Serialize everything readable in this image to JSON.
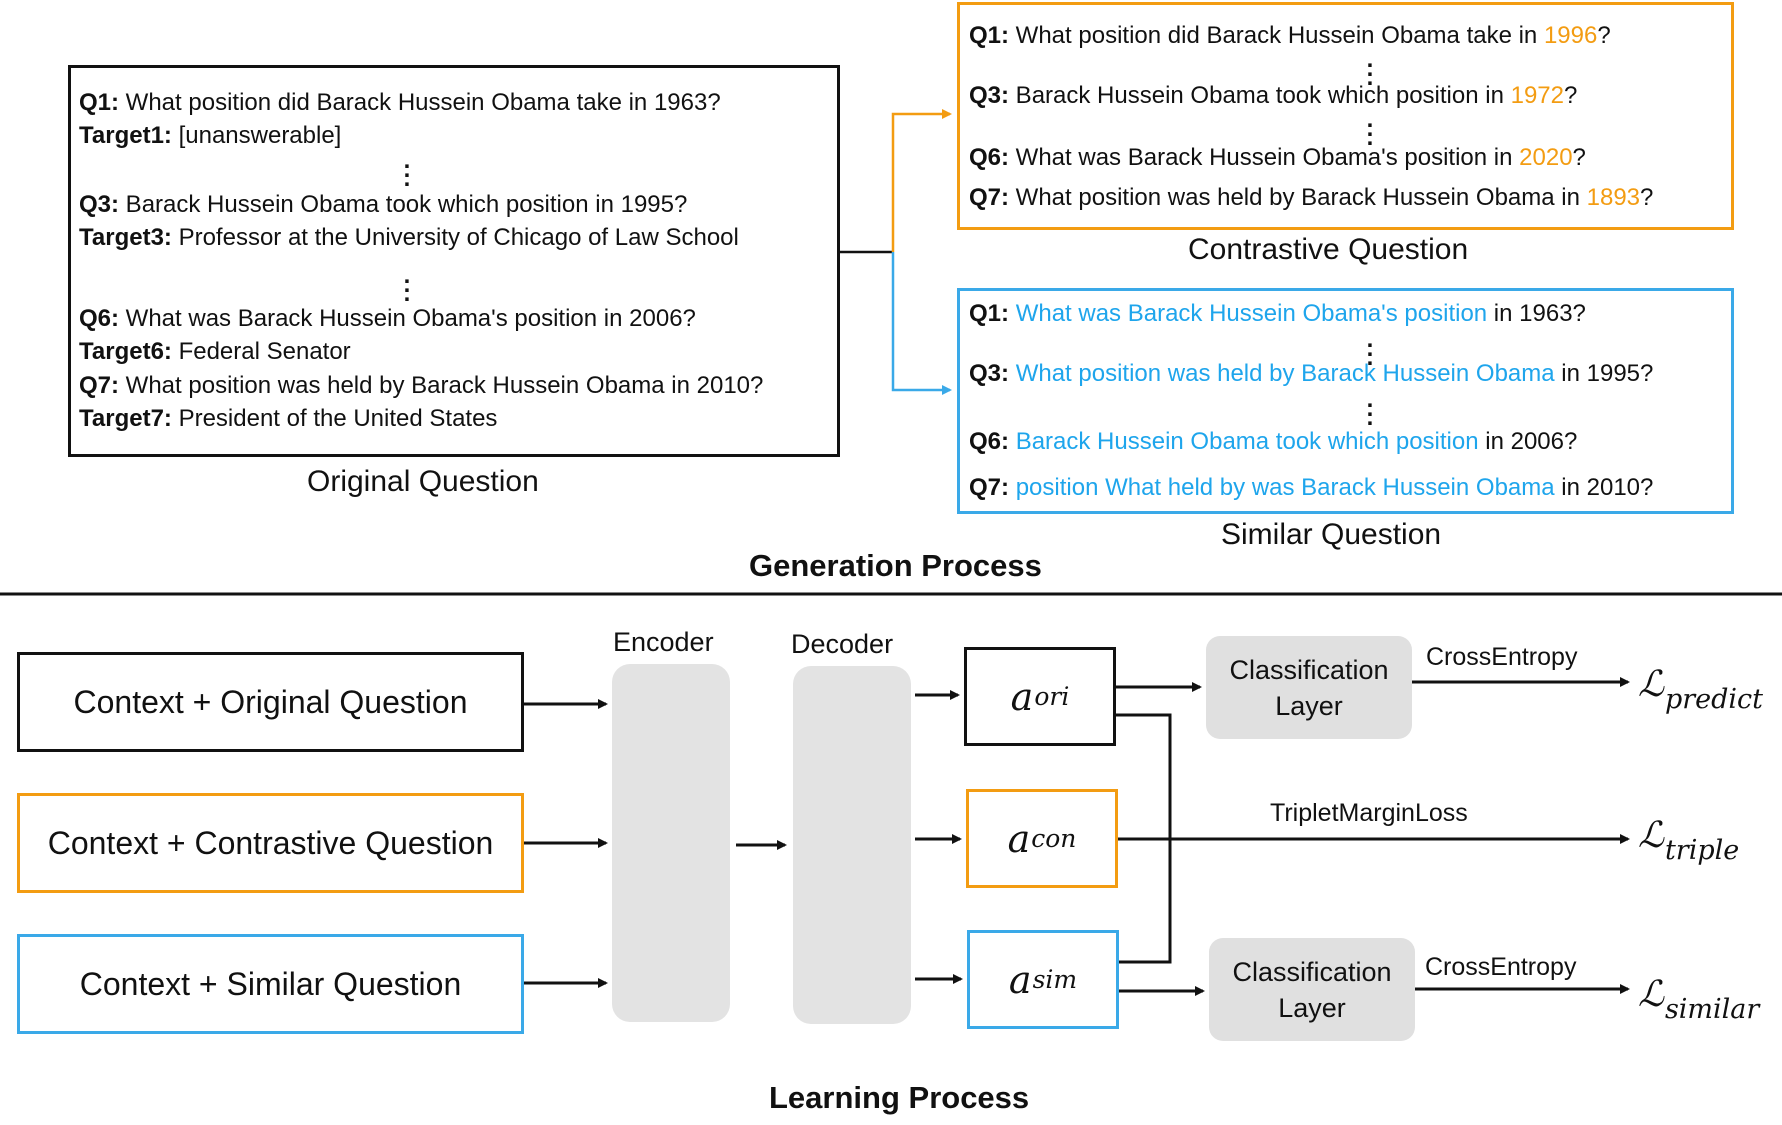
{
  "generation": {
    "title": "Generation Process",
    "original": {
      "caption": "Original Question",
      "q1": {
        "label": "Q1:",
        "text": " What position did Barack Hussein Obama take in 1963?"
      },
      "t1": {
        "label": "Target1:",
        "text": " [unanswerable]"
      },
      "q3": {
        "label": "Q3:",
        "text": " Barack Hussein Obama took which position in 1995?"
      },
      "t3": {
        "label": "Target3:",
        "text": " Professor at the University of Chicago of Law School"
      },
      "q6": {
        "label": "Q6:",
        "text": " What was Barack Hussein Obama's position in 2006?"
      },
      "t6": {
        "label": "Target6:",
        "text": " Federal Senator"
      },
      "q7": {
        "label": "Q7:",
        "text": " What position was held by Barack Hussein Obama in 2010?"
      },
      "t7": {
        "label": "Target7:",
        "text": " President of the United States"
      }
    },
    "contrastive": {
      "caption": "Contrastive Question",
      "q1": {
        "label": "Q1:",
        "pre": " What position did Barack Hussein Obama take in ",
        "year": "1996",
        "post": "?"
      },
      "q3": {
        "label": "Q3:",
        "pre": " Barack Hussein Obama took which position in ",
        "year": "1972",
        "post": "?"
      },
      "q6": {
        "label": "Q6:",
        "pre": " What was Barack Hussein Obama's position in ",
        "year": "2020",
        "post": "?"
      },
      "q7": {
        "label": "Q7:",
        "pre": " What position was held by Barack Hussein Obama in ",
        "year": "1893",
        "post": "?"
      }
    },
    "similar": {
      "caption": "Similar Question",
      "q1": {
        "label": "Q1:",
        "para": "What was Barack Hussein Obama's position",
        "post": " in 1963?"
      },
      "q3": {
        "label": "Q3:",
        "para": "What position was held by Barack Hussein Obama",
        "post": " in 1995?"
      },
      "q6": {
        "label": "Q6:",
        "para": "Barack Hussein Obama took which position",
        "post": " in 2006?"
      },
      "q7": {
        "label": "Q7:",
        "para": "position What held by was Barack Hussein Obama",
        "post": " in 2010?"
      }
    }
  },
  "learning": {
    "title": "Learning Process",
    "inputs": {
      "original": "Context + Original Question",
      "contrastive": "Context + Contrastive Question",
      "similar": "Context + Similar Question"
    },
    "encoder": "Encoder",
    "decoder": "Decoder",
    "outputs": {
      "ori": {
        "base": "a",
        "sub": "ori"
      },
      "con": {
        "base": "a",
        "sub": "con"
      },
      "sim": {
        "base": "a",
        "sub": "sim"
      }
    },
    "classifier_top": {
      "line1": "Classification",
      "line2": "Layer"
    },
    "classifier_bottom": {
      "line1": "Classification",
      "line2": "Layer"
    },
    "edge_labels": {
      "top": "CrossEntropy",
      "middle": "TripletMarginLoss",
      "bottom": "CrossEntropy"
    },
    "losses": {
      "predict": {
        "base": "ℒ",
        "sub": "predict"
      },
      "triple": {
        "base": "ℒ",
        "sub": "triple"
      },
      "similar": {
        "base": "ℒ",
        "sub": "similar"
      }
    }
  },
  "colors": {
    "orange": "#f39c12",
    "blue": "#3aa9e8",
    "black": "#111111",
    "gray": "#e3e3e3"
  }
}
